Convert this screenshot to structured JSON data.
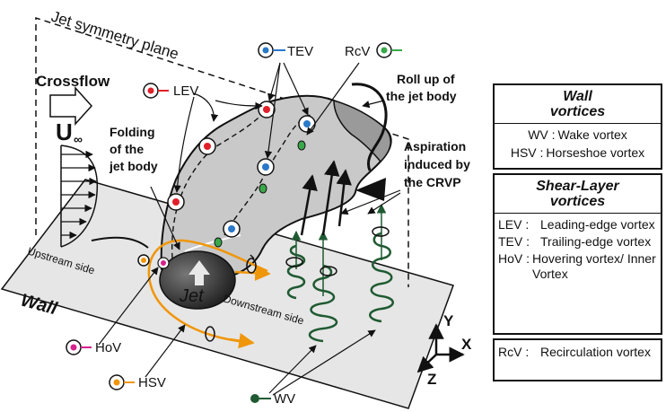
{
  "labels": {
    "symmetry_plane": "Jet symmetry plane",
    "crossflow": "Crossflow",
    "u_infinity": "U",
    "u_infinity_sub": "∞",
    "wall": "Wall",
    "jet": "Jet",
    "upstream_side": "Upstream side",
    "downstream_side": "Downstream side",
    "folding_line1": "Folding",
    "folding_line2": "of the",
    "folding_line3": "jet body",
    "rollup_line1": "Roll up of",
    "rollup_line2": "the jet body",
    "aspiration_line1": "Aspiration",
    "aspiration_line2": "induced by",
    "aspiration_line3": "the CRVP",
    "lev": "LEV",
    "tev": "TEV",
    "rcv": "RcV",
    "hov": "HoV",
    "hsv": "HSV",
    "wv": "WV",
    "axis_x": "X",
    "axis_y": "Y",
    "axis_z": "Z"
  },
  "legend": {
    "wall_title_line1": "Wall",
    "wall_title_line2": "vortices",
    "wall_items": [
      {
        "abbr": "WV :",
        "desc": "Wake vortex"
      },
      {
        "abbr": "HSV :",
        "desc": "Horseshoe vortex"
      }
    ],
    "shear_title_line1": "Shear-Layer",
    "shear_title_line2": "vortices",
    "shear_items": [
      {
        "abbr": "LEV :",
        "desc": "Leading-edge vortex"
      },
      {
        "abbr": "TEV :",
        "desc": "Trailing-edge vortex"
      },
      {
        "abbr": "HoV :",
        "desc": "Hovering vortex/ Inner Vortex"
      }
    ],
    "rcv_item": {
      "abbr": "RcV :",
      "desc": "Recirculation vortex"
    }
  },
  "colors": {
    "lev": "#e0202a",
    "tev": "#2a78c8",
    "rcv": "#3aa84a",
    "hov": "#d6228c",
    "hsv": "#f0960a",
    "wv": "#1f5a32",
    "jet_body": "#c9c9c9",
    "wall": "#e6e6e6"
  }
}
